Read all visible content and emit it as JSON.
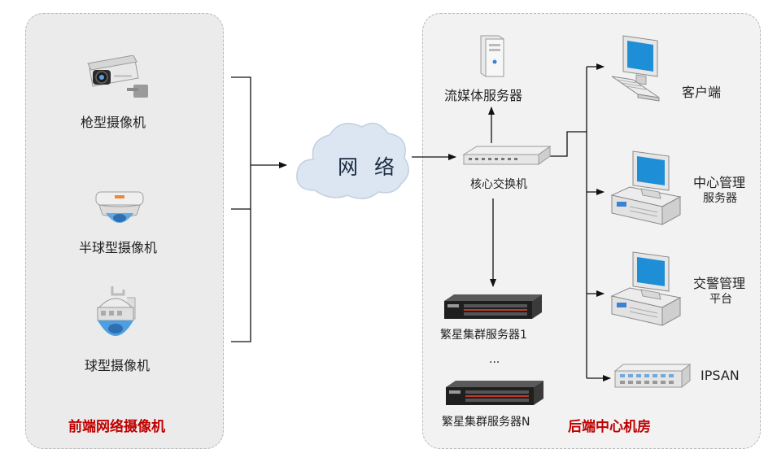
{
  "front": {
    "title": "前端网络摄像机",
    "cameras": [
      {
        "label": "枪型摄像机",
        "icon": "bullet-camera-icon"
      },
      {
        "label": "半球型摄像机",
        "icon": "dome-camera-icon"
      },
      {
        "label": "球型摄像机",
        "icon": "ptz-camera-icon"
      }
    ]
  },
  "network": {
    "label": "网 络",
    "icon": "cloud-icon"
  },
  "back": {
    "title": "后端中心机房",
    "streaming_server": "流媒体服务器",
    "core_switch": "核心交换机",
    "cluster_1": "繁星集群服务器1",
    "ellipsis": "...",
    "cluster_n": "繁星集群服务器N",
    "client": "客户端",
    "mgmt_line1": "中心管理",
    "mgmt_line2": "服务器",
    "traffic_line1": "交警管理",
    "traffic_line2": "平台",
    "ipsan": "IPSAN"
  },
  "colors": {
    "title_red": "#c00000",
    "panel_border": "#b8b8b8",
    "cloud": "#dce6f2",
    "screen_blue": "#1e8fd6"
  }
}
